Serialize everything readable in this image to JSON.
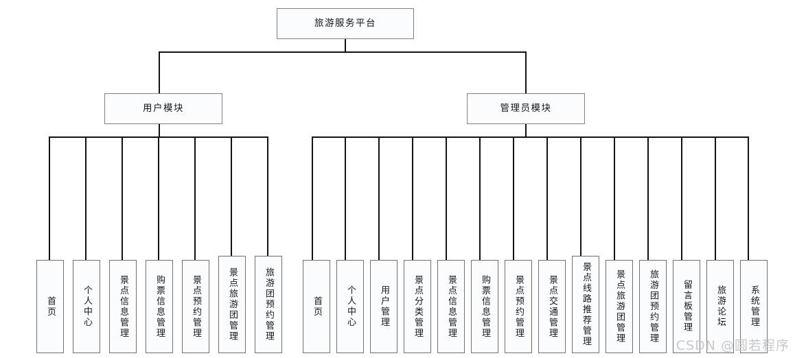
{
  "diagram": {
    "title": "旅游服务平台",
    "root": {
      "label": "旅游服务平台"
    },
    "modules": [
      {
        "label": "用户模块"
      },
      {
        "label": "管理员模块"
      }
    ],
    "user_module_leaves": [
      {
        "label": "首页"
      },
      {
        "label": "个人中心"
      },
      {
        "label": "景点信息管理"
      },
      {
        "label": "购票信息管理"
      },
      {
        "label": "景点预约管理"
      },
      {
        "label": "景点旅游团管理"
      },
      {
        "label": "旅游团预约管理"
      }
    ],
    "admin_module_leaves": [
      {
        "label": "首页"
      },
      {
        "label": "个人中心"
      },
      {
        "label": "用户管理"
      },
      {
        "label": "景点分类管理"
      },
      {
        "label": "景点信息管理"
      },
      {
        "label": "购票信息管理"
      },
      {
        "label": "景点预约管理"
      },
      {
        "label": "景点交通管理"
      },
      {
        "label": "景点线路推荐管理"
      },
      {
        "label": "景点旅游团管理"
      },
      {
        "label": "旅游团预约管理"
      },
      {
        "label": "留言板管理"
      },
      {
        "label": "旅游论坛"
      },
      {
        "label": "系统管理"
      }
    ],
    "watermark": "CSDN @圆若程序",
    "colors": {
      "line": "#111111",
      "box_border": "#7f8084",
      "box_fill": "#fbfcfe",
      "text": "#16161a",
      "watermark": "#c9c9c9"
    }
  }
}
